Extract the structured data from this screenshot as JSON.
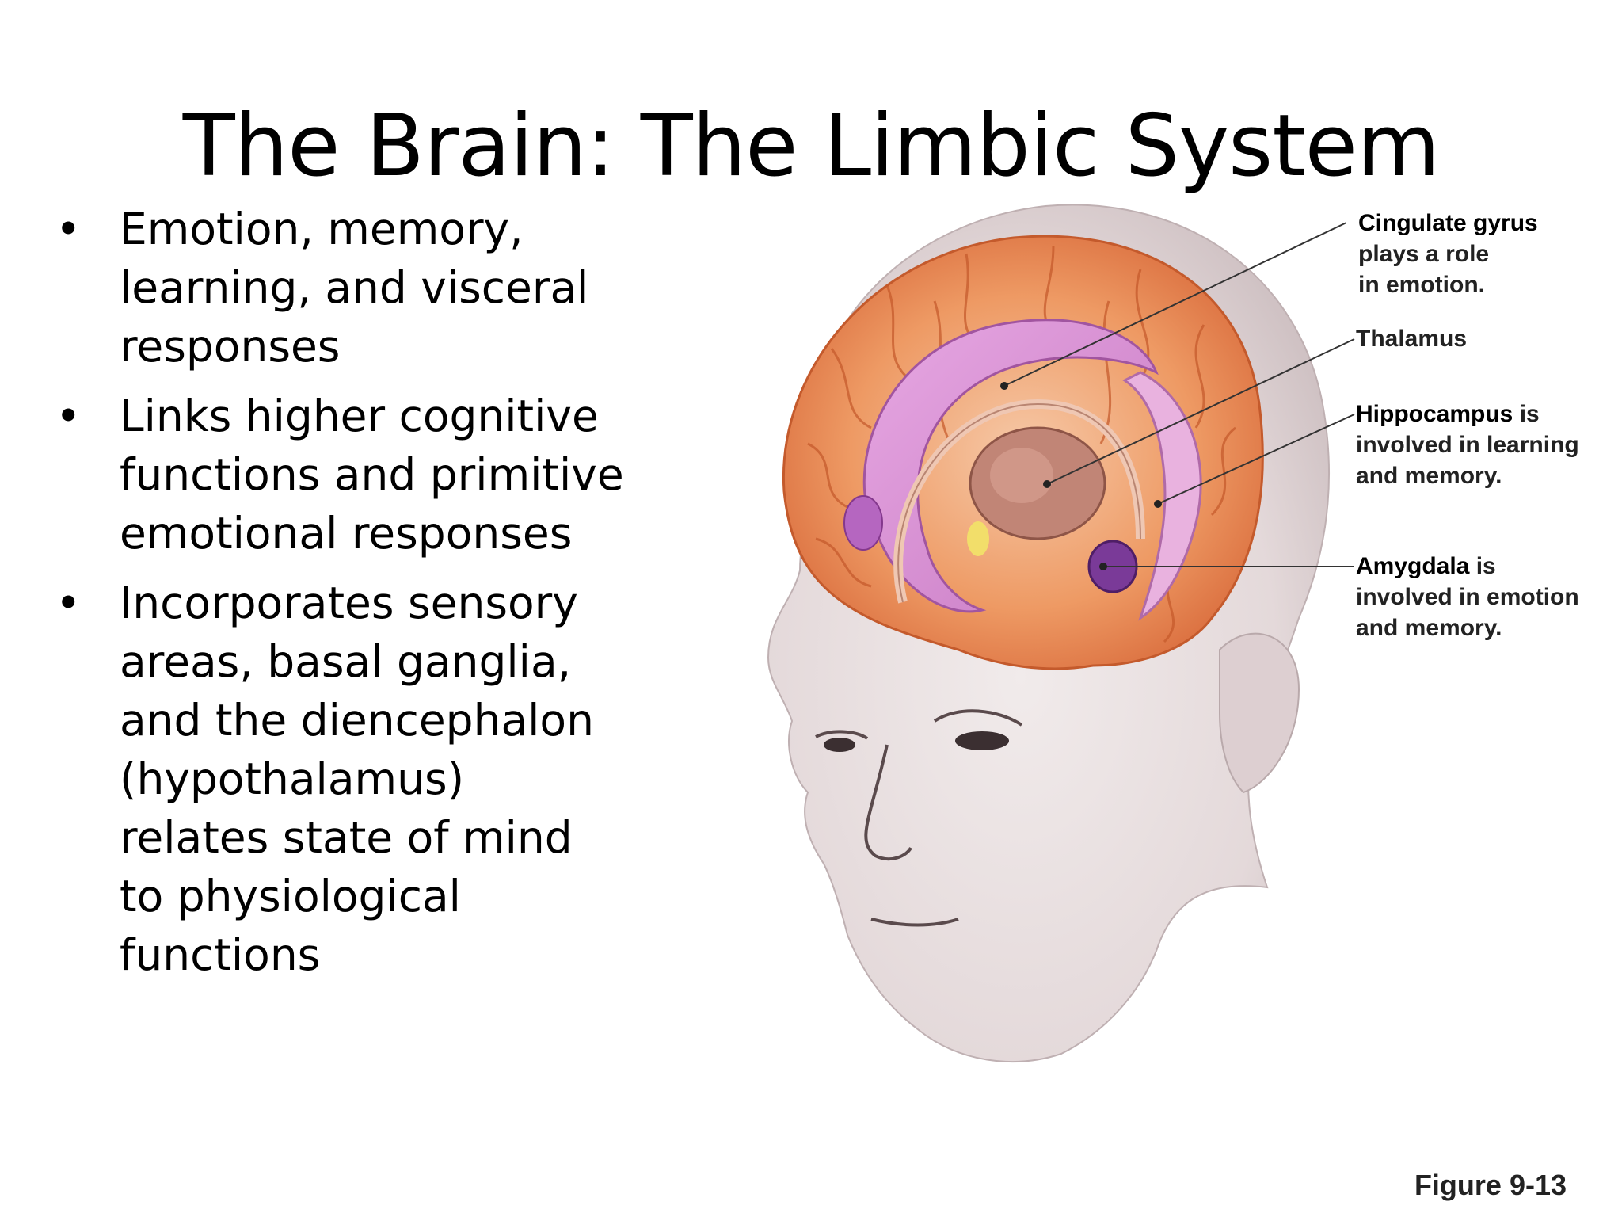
{
  "title": "The Brain: The Limbic System",
  "bullets": [
    "Emotion, memory, learning, and visceral responses",
    "Links higher cognitive functions and primitive emotional responses",
    "Incorporates sensory areas, basal ganglia, and the diencephalon (hypothalamus) relates state of  mind to physiological functions"
  ],
  "figure": {
    "callouts": {
      "cingulate": {
        "term": "Cingulate gyrus",
        "line1": "plays a role",
        "line2": "in emotion."
      },
      "thalamus": {
        "term": "Thalamus"
      },
      "hippocampus": {
        "term": "Hippocampus",
        "suffix": " is",
        "line1": "involved in learning",
        "line2": "and memory."
      },
      "amygdala": {
        "term": "Amygdala",
        "suffix": " is",
        "line1": "involved in emotion",
        "line2": "and memory."
      }
    },
    "caption": "Figure 9-13"
  },
  "colors": {
    "skin": "#e6dcdc",
    "cortex": "#e9884f",
    "cingulate": "#d48fd0",
    "thalamus": "#b97a6e",
    "amygdala": "#7a3a98",
    "leader": "#333333"
  }
}
